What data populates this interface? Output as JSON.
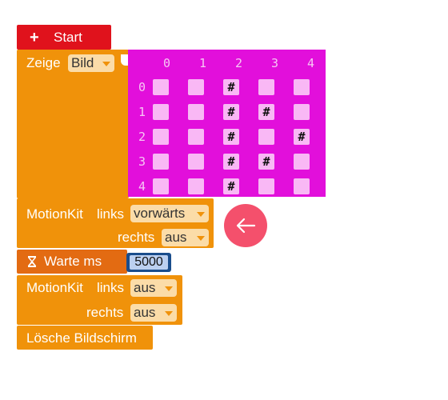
{
  "start": {
    "icon": "plus-icon",
    "label": "Start"
  },
  "show_image": {
    "label": "Zeige",
    "dropdown": "Bild",
    "columns": [
      "0",
      "1",
      "2",
      "3",
      "4"
    ],
    "rows": [
      "0",
      "1",
      "2",
      "3",
      "4"
    ],
    "grid": [
      [
        "",
        "",
        "#",
        "",
        ""
      ],
      [
        "",
        "",
        "#",
        "#",
        ""
      ],
      [
        "",
        "",
        "#",
        "",
        "#"
      ],
      [
        "",
        "",
        "#",
        "#",
        ""
      ],
      [
        "",
        "",
        "#",
        "",
        ""
      ]
    ]
  },
  "motion1": {
    "label": "MotionKit",
    "left_label": "links",
    "left_value": "vorwärts",
    "right_label": "rechts",
    "right_value": "aus"
  },
  "wait": {
    "icon": "hourglass-icon",
    "label": "Warte ms",
    "value": "5000"
  },
  "motion2": {
    "label": "MotionKit",
    "left_label": "links",
    "left_value": "aus",
    "right_label": "rechts",
    "right_value": "aus"
  },
  "clear": {
    "label": "Lösche Bildschirm"
  },
  "back": {
    "icon": "arrow-left-icon"
  },
  "colors": {
    "start": "#e0121c",
    "motion": "#f0920a",
    "wait": "#e36b12",
    "image": "#e20fdb",
    "back": "#f4506c"
  }
}
